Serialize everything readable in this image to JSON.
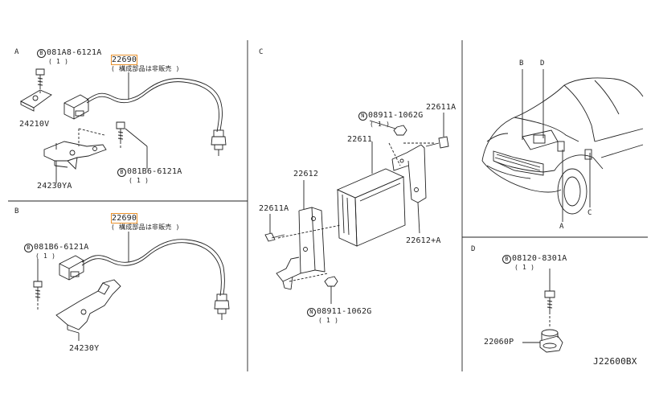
{
  "diagram_code": "J22600BX",
  "sections": {
    "a": {
      "letter": "A",
      "bolt": {
        "enc": "B",
        "text": "081A8-6121A",
        "qty": "( 1 )"
      },
      "part": "22690",
      "note": "( 構成部品は非販売 )",
      "bracket1": "24210V",
      "bracket2": "24230YA",
      "bolt2": {
        "enc": "B",
        "text": "081B6-6121A",
        "qty": "( 1 )"
      }
    },
    "b": {
      "letter": "B",
      "part": "22690",
      "note": "( 構成部品は非販売 )",
      "bolt": {
        "enc": "B",
        "text": "081B6-6121A",
        "qty": "( 1 )"
      },
      "bracket": "24230Y"
    },
    "c": {
      "letter": "C",
      "nut_top": {
        "enc": "N",
        "text": "08911-1062G",
        "qty": "( 1 )"
      },
      "bolt_top": "22611A",
      "ecu": "22611",
      "bracket_left": "22612",
      "bolt_left": "22611A",
      "bracket_right": "22612+A",
      "nut_bottom": {
        "enc": "N",
        "text": "08911-1062G",
        "qty": "( 1 )"
      }
    },
    "car": {
      "b": "B",
      "d": "D",
      "a": "A",
      "c": "C"
    },
    "d": {
      "letter": "D",
      "bolt": {
        "enc": "B",
        "text": "08120-8301A",
        "qty": "( 1 )"
      },
      "part": "22060P"
    }
  }
}
